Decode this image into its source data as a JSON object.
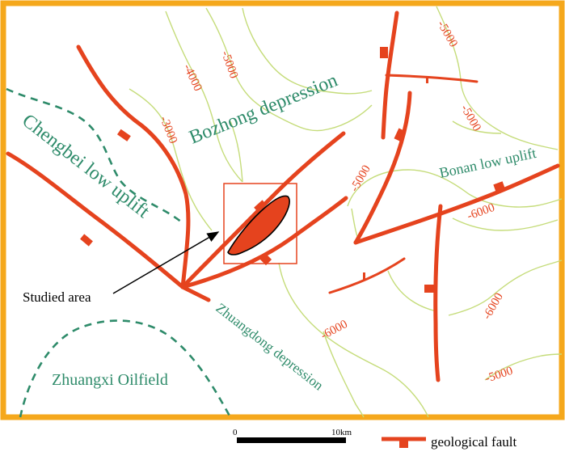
{
  "colors": {
    "frame": "#F5A81C",
    "fault": "#E5431E",
    "contour": "#C5DC7A",
    "contour_label": "#E5431E",
    "region_label": "#2E8B6A",
    "boundary": "#2E8B6A",
    "study_box": "#E5431E",
    "text": "#000000"
  },
  "regions": {
    "bozhong": "Bozhong depression",
    "chengbei": "Chengbei low uplift",
    "bonan": "Bonan low uplift",
    "zhuangdong": "Zhuangdong depression",
    "zhuangxi": "Zhuangxi Oilfield"
  },
  "contour_labels": {
    "c1": "-5000",
    "c2": "-5000",
    "c3": "-5000",
    "c4": "-4000",
    "c5": "-3000",
    "c6": "-5000",
    "c7": "-6000",
    "c8": "-6000",
    "c9": "-6000",
    "c10": "-5000"
  },
  "studied_area": {
    "label": "Studied area"
  },
  "scale_bar": {
    "start": "0",
    "end": "10km"
  },
  "legend": {
    "fault_label": "geological fault",
    "icon": "fault-symbol-icon"
  }
}
